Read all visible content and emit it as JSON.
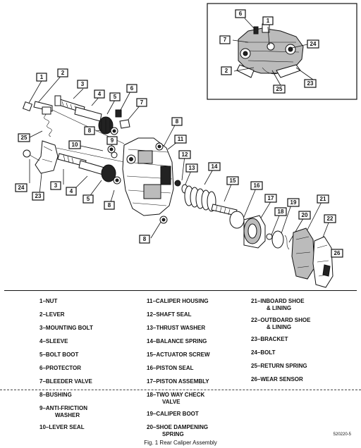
{
  "callouts": {
    "c1": "1",
    "c2": "2",
    "c3": "3",
    "c4": "4",
    "c5": "5",
    "c6": "6",
    "c7": "7",
    "c8": "8",
    "c9": "9",
    "c10": "10",
    "c11": "11",
    "c12": "12",
    "c13": "13",
    "c14": "14",
    "c15": "15",
    "c16": "16",
    "c17": "17",
    "c18": "18",
    "c19": "19",
    "c20": "20",
    "c21": "21",
    "c22": "22",
    "c23": "23",
    "c24": "24",
    "c25": "25",
    "c26": "26"
  },
  "legend": {
    "col1": [
      {
        "line1": "1–NUT"
      },
      {
        "line1": "2–LEVER"
      },
      {
        "line1": "3–MOUNTING BOLT"
      },
      {
        "line1": "4–SLEEVE"
      },
      {
        "line1": "5–BOLT BOOT"
      },
      {
        "line1": "6–PROTECTOR"
      },
      {
        "line1": "7–BLEEDER VALVE"
      },
      {
        "line1": "8–BUSHING"
      },
      {
        "line1": "9–ANTI-FRICTION",
        "line2": "WASHER"
      },
      {
        "line1": "10–LEVER SEAL"
      }
    ],
    "col2": [
      {
        "line1": "11–CALIPER HOUSING"
      },
      {
        "line1": "12–SHAFT SEAL"
      },
      {
        "line1": "13–THRUST WASHER"
      },
      {
        "line1": "14–BALANCE SPRING"
      },
      {
        "line1": "15–ACTUATOR SCREW"
      },
      {
        "line1": "16–PISTON SEAL"
      },
      {
        "line1": "17–PISTON ASSEMBLY"
      },
      {
        "line1": "18–TWO WAY CHECK",
        "line2": "VALVE"
      },
      {
        "line1": "19–CALIPER BOOT"
      },
      {
        "line1": "20–SHOE DAMPENING",
        "line2": "SPRING"
      }
    ],
    "col3": [
      {
        "line1": "21–INBOARD SHOE",
        "line2": "& LINING"
      },
      {
        "line1": "22–OUTBOARD SHOE",
        "line2": "& LINING"
      },
      {
        "line1": "23–BRACKET"
      },
      {
        "line1": "24–BOLT"
      },
      {
        "line1": "25–RETURN SPRING"
      },
      {
        "line1": "26–WEAR SENSOR"
      }
    ]
  },
  "ref_code": "520220-5",
  "caption": "Fig. 1 Rear Caliper Assembly"
}
